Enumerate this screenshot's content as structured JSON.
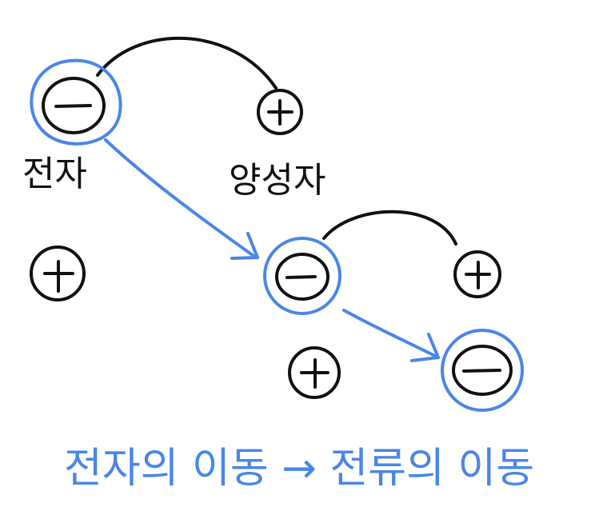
{
  "colors": {
    "ink": "#111111",
    "accent": "#4a86e8"
  },
  "labels": {
    "electron": "전자",
    "cation": "양성자",
    "caption": "전자의 이동 → 전류의 이동"
  },
  "symbols": {
    "negative": "−",
    "positive": "+"
  }
}
